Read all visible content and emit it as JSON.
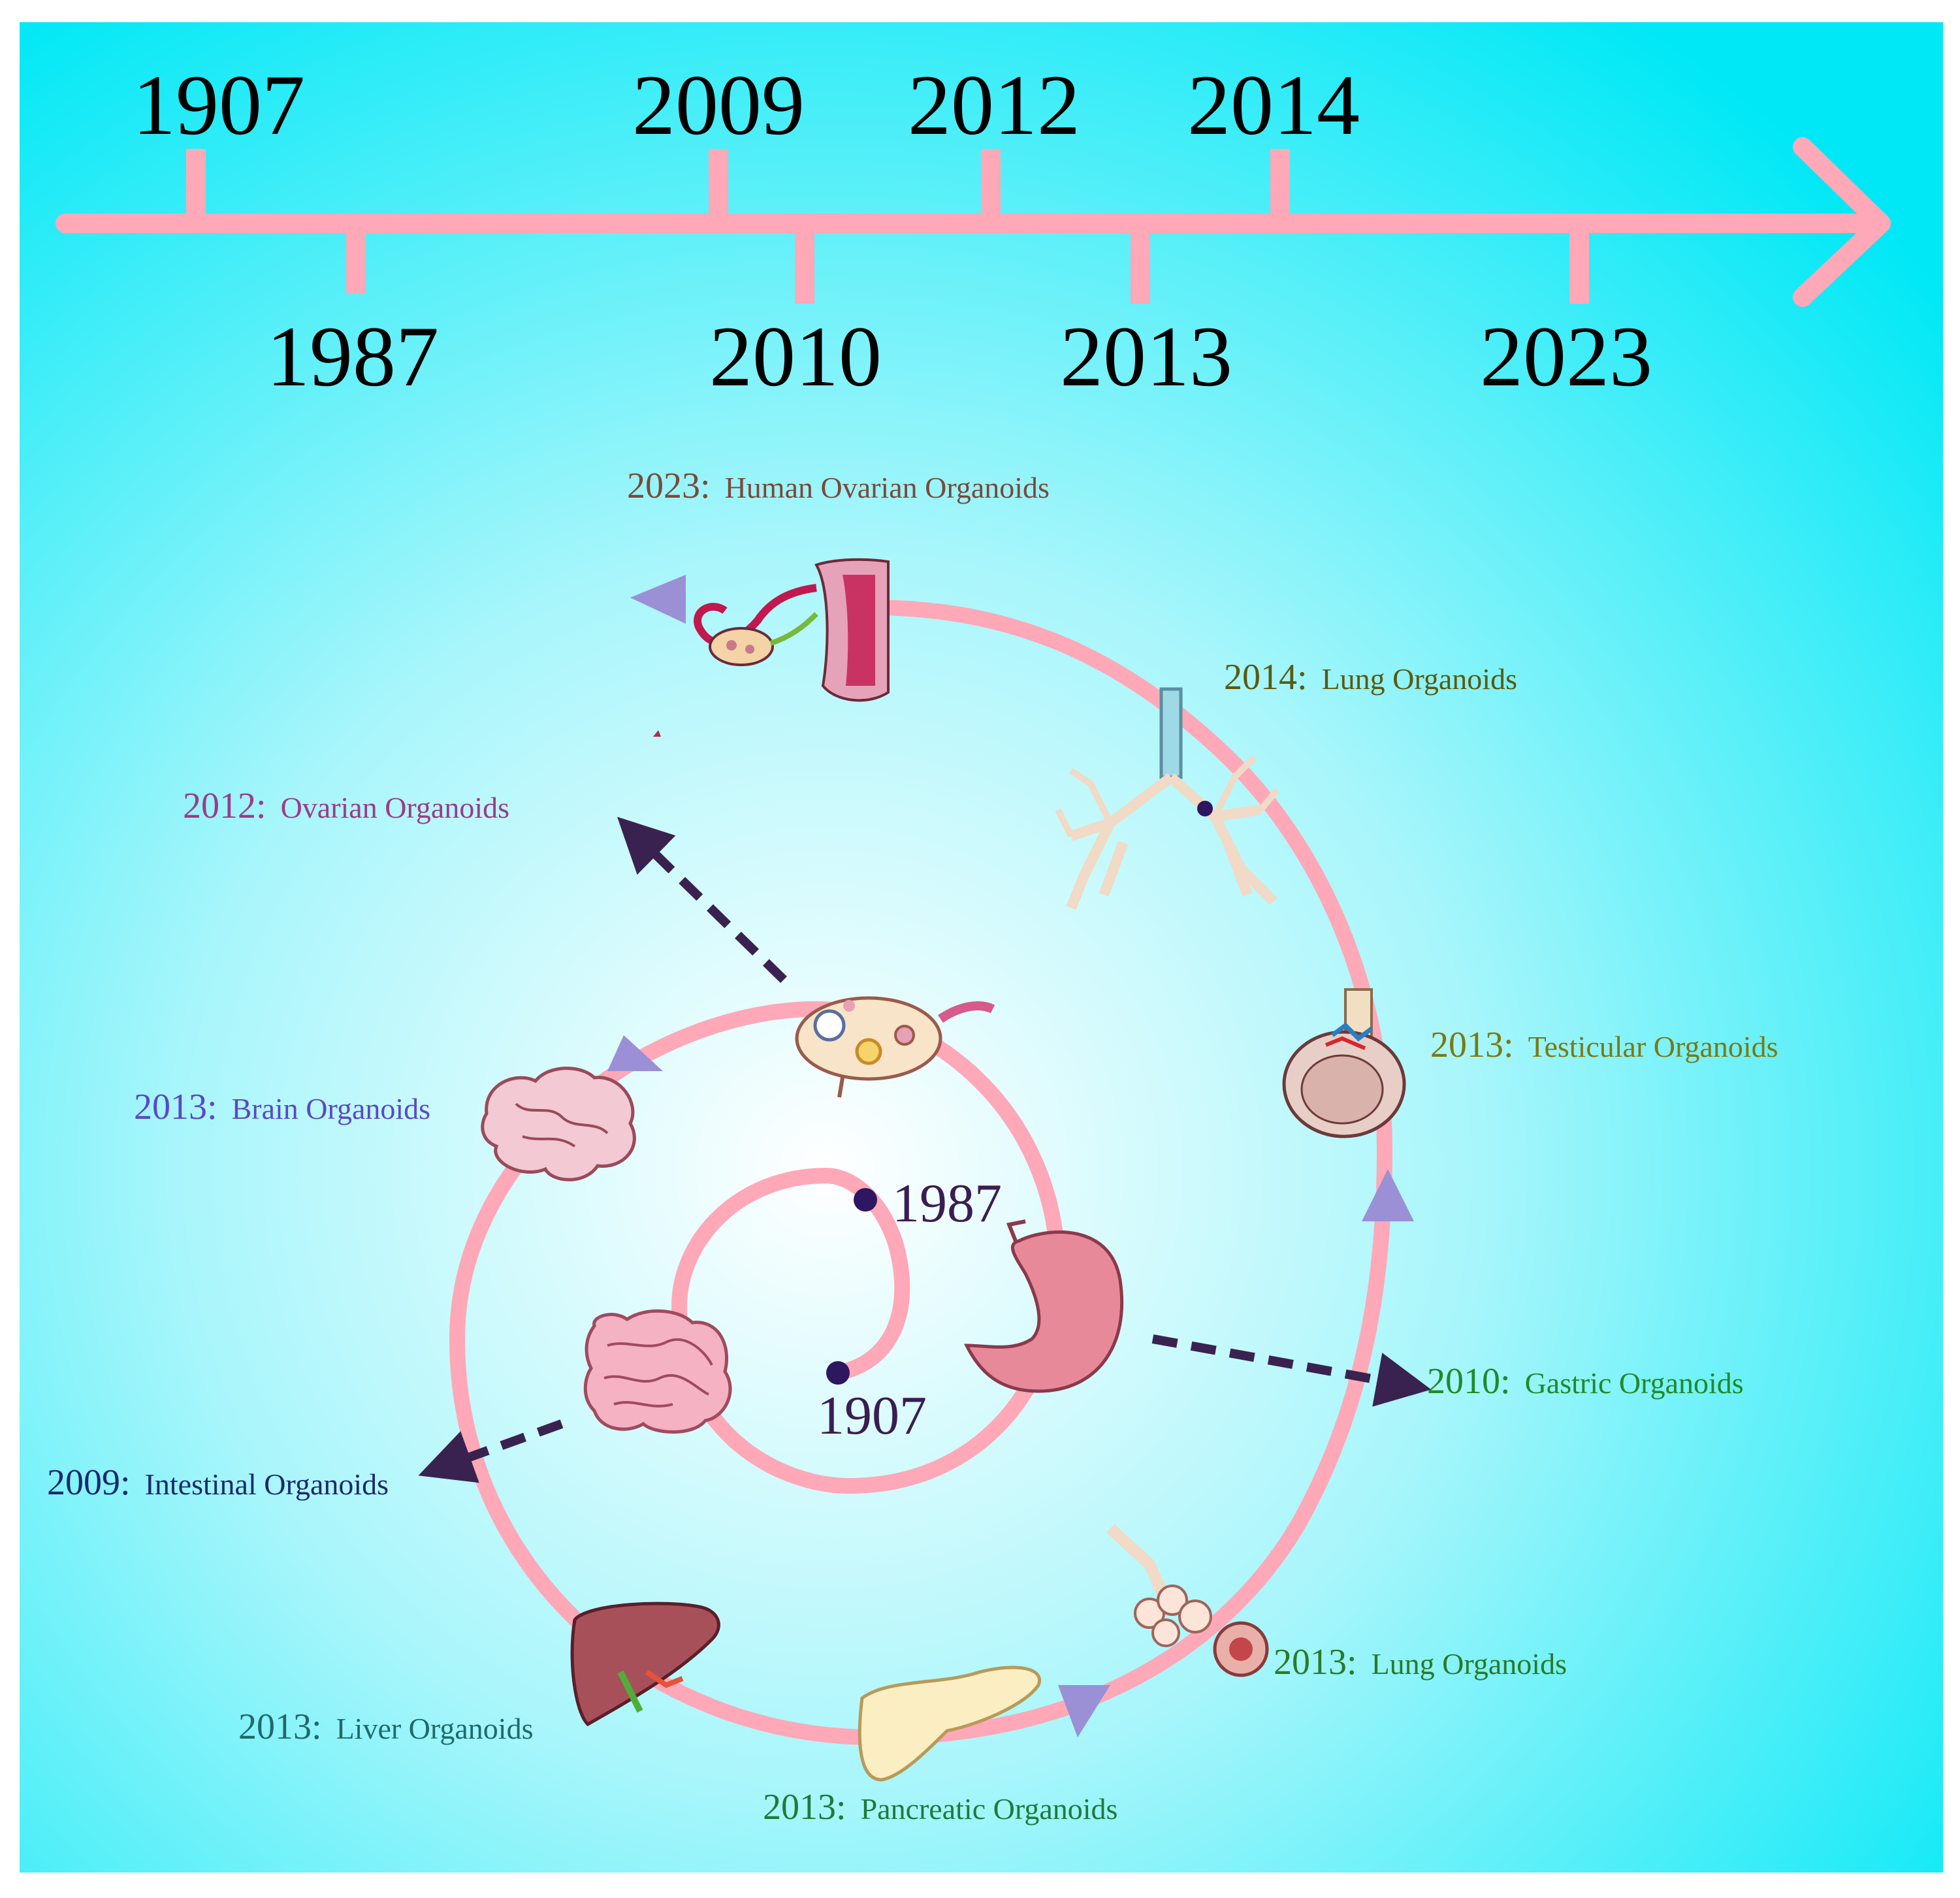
{
  "timeline": {
    "years_top": [
      "1907",
      "2009",
      "2012",
      "2014"
    ],
    "years_bottom": [
      "1987",
      "2010",
      "2013",
      "2023"
    ]
  },
  "spiral": {
    "start_year": "1907",
    "second_year": "1987"
  },
  "milestones": [
    {
      "id": "human-ovarian",
      "year": "2023:",
      "name": "Human Ovarian Organoids",
      "color": "#7a4a3a",
      "icon": "uterus-ovary-icon"
    },
    {
      "id": "lung-2014",
      "year": "2014:",
      "name": "Lung Organoids",
      "color": "#5a5a10",
      "icon": "bronchial-tree-icon"
    },
    {
      "id": "ovarian-2012",
      "year": "2012:",
      "name": "Ovarian Organoids",
      "color": "#9b3c8a",
      "icon": "ovary-icon"
    },
    {
      "id": "testicular",
      "year": "2013:",
      "name": "Testicular Organoids",
      "color": "#7a7a12",
      "icon": "testis-icon"
    },
    {
      "id": "brain",
      "year": "2013:",
      "name": "Brain Organoids",
      "color": "#5a49c8",
      "icon": "brain-icon"
    },
    {
      "id": "gastric",
      "year": "2010:",
      "name": "Gastric Organoids",
      "color": "#1f8a2a",
      "icon": "stomach-icon"
    },
    {
      "id": "intestinal",
      "year": "2009:",
      "name": "Intestinal Organoids",
      "color": "#1d2a6a",
      "icon": "intestine-icon"
    },
    {
      "id": "lung-2013",
      "year": "2013:",
      "name": "Lung Organoids",
      "color": "#2a7a2a",
      "icon": "alveoli-icon"
    },
    {
      "id": "liver",
      "year": "2013:",
      "name": "Liver Organoids",
      "color": "#1f6a6a",
      "icon": "liver-icon"
    },
    {
      "id": "pancreatic",
      "year": "2013:",
      "name": "Pancreatic Organoids",
      "color": "#1f7a3a",
      "icon": "pancreas-icon"
    }
  ],
  "colors": {
    "background_edge": "#00e5f5",
    "background_center": "#ffffff",
    "timeline": "#ffa8b8",
    "spiral": "#ffa8b8",
    "direction_triangle": "#9b8fd6",
    "dashed_arrow": "#3a2250",
    "dot": "#2e1660"
  }
}
